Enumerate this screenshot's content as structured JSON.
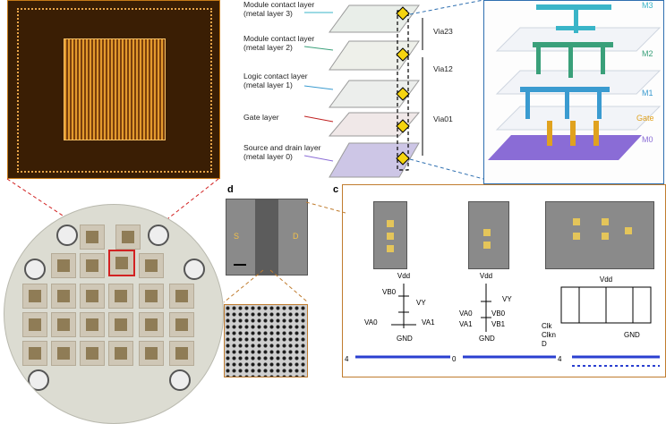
{
  "panel_letters": {
    "d": "d",
    "c": "c"
  },
  "layers": [
    {
      "text": "Module contact layer\n(metal layer 3)",
      "color": "#2a2a2a"
    },
    {
      "text": "Module contact layer\n(metal layer 2)",
      "color": "#2a2a2a"
    },
    {
      "text": "Logic contact layer\n(metal layer 1)",
      "color": "#2a2a2a"
    },
    {
      "text": "Gate layer",
      "color": "#2a2a2a"
    },
    {
      "text": "Source and drain layer\n(metal layer 0)",
      "color": "#2a2a2a"
    }
  ],
  "vias": [
    "Via23",
    "Via12",
    "Via01"
  ],
  "stack_labels": [
    "M3",
    "M2",
    "M1",
    "Gate",
    "M0"
  ],
  "sem_d": {
    "s": "S",
    "d": "D"
  },
  "schematics": {
    "inverter": {
      "vdd": "Vdd",
      "gnd": "GND",
      "a0": "VA0",
      "b0": "VB0",
      "a1": "VA1",
      "y": "VY"
    },
    "nand": {
      "vdd": "Vdd",
      "gnd": "GND",
      "a0": "VA0",
      "b0": "VB0",
      "a1": "VA1",
      "b1": "VB1",
      "y": "VY"
    },
    "dff": {
      "vdd": "Vdd",
      "gnd": "GND",
      "clk": "Clk",
      "clkn": "Clkn",
      "d": "D"
    }
  },
  "plot_ticks": [
    "4",
    "0",
    "4"
  ],
  "colors": {
    "accent_red": "#d22222",
    "accent_blue": "#2e6fb0",
    "accent_orange": "#c07c2e",
    "m0": "#8a6cd6",
    "m1": "#3a9bd0",
    "m2": "#3aa07a",
    "m3": "#3ab5c8",
    "gate": "#e0a21f"
  }
}
